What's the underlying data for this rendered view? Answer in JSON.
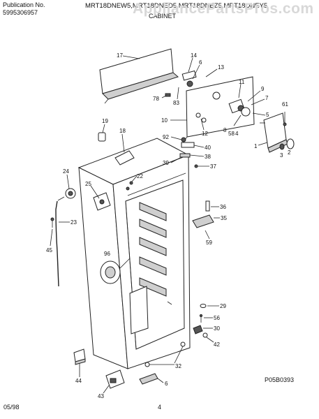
{
  "header": {
    "pub_label": "Publication No.",
    "pub_number": "5995306957",
    "models": "MRT18DNEW5,MRT18DNED5,MRT18DNEZ5,MRT18DNEY5",
    "section": "CABINET",
    "watermark": "AppliancePartsPros.com"
  },
  "parts": {
    "p17": "17",
    "p14": "14",
    "p6a": "6",
    "p13": "13",
    "p78": "78",
    "p83": "83",
    "p11": "11",
    "p9": "9",
    "p7": "7",
    "p5": "5",
    "p10": "10",
    "p12": "12",
    "p8": "8",
    "p58": "58",
    "p4": "4",
    "p61": "61",
    "p1": "1",
    "p2": "2",
    "p3": "3",
    "p19": "19",
    "p18": "18",
    "p92": "92",
    "p40": "40",
    "p38": "38",
    "p39": "39",
    "p37": "37",
    "p24": "24",
    "p22": "22",
    "p25": "25",
    "p36": "36",
    "p23": "23",
    "p35": "35",
    "p59": "59",
    "p45": "45",
    "p96": "96",
    "p29": "29",
    "p56": "56",
    "p30": "30",
    "p42": "42",
    "p32": "32",
    "p44": "44",
    "p43": "43",
    "p6b": "6"
  },
  "footer": {
    "diagram_code": "P05B0393",
    "date": "05/98",
    "page": "4"
  }
}
